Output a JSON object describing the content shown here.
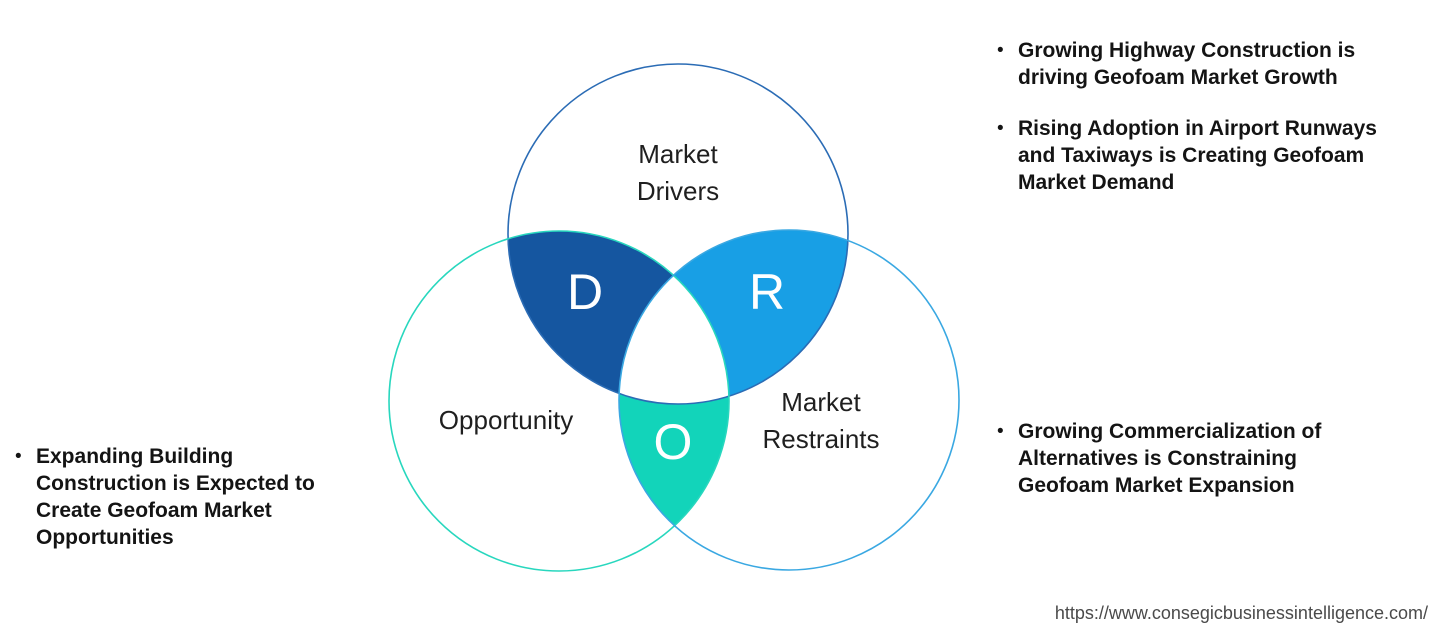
{
  "venn": {
    "drivers": {
      "label": "Market\nDrivers",
      "letter": "D"
    },
    "opportunity": {
      "label": "Opportunity",
      "letter": "O"
    },
    "restraints": {
      "label": "Market\nRestraints",
      "letter": "R"
    },
    "colors": {
      "drivers_stroke": "#2b6cb5",
      "opportunity_stroke": "#28d7be",
      "restraints_stroke": "#3aa8e2",
      "drivers_overlap_fill": "#1556a0",
      "restraints_overlap_fill": "#189fe5",
      "opportunity_overlap_fill": "#12d4ba",
      "center_fill": "#ffffff",
      "letter_color": "#ffffff"
    }
  },
  "bullets": {
    "marker": "•",
    "left": {
      "items": [
        {
          "text": "Expanding Building\nConstruction is Expected to\nCreate Geofoam Market\nOpportunities"
        }
      ]
    },
    "top_right": {
      "items": [
        {
          "text": "Growing Highway Construction is\ndriving Geofoam Market Growth"
        },
        {
          "text": "Rising Adoption in Airport Runways\nand Taxiways is Creating Geofoam\nMarket Demand"
        }
      ]
    },
    "bottom_right": {
      "items": [
        {
          "text": "Growing Commercialization of\nAlternatives is Constraining\nGeofoam Market Expansion"
        }
      ]
    }
  },
  "footer": {
    "url": "https://www.consegicbusinessintelligence.com/"
  }
}
